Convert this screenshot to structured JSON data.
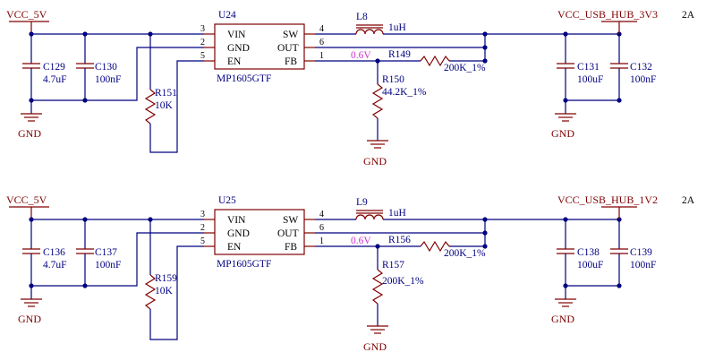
{
  "circuits": [
    {
      "input_net": "VCC_5V",
      "gnd_label": "GND",
      "cin1_ref": "C129",
      "cin1_val": "4.7uF",
      "cin2_ref": "C130",
      "cin2_val": "100nF",
      "ren_ref": "R151",
      "ren_val": "10K",
      "ic_ref": "U24",
      "ic_part": "MP1605GTF",
      "pin_vin": "VIN",
      "pin_gnd": "GND",
      "pin_en": "EN",
      "pin_sw": "SW",
      "pin_out": "OUT",
      "pin_fb": "FB",
      "pin3": "3",
      "pin2": "2",
      "pin5": "5",
      "pin4": "4",
      "pin6": "6",
      "pin1": "1",
      "inductor_ref": "L8",
      "inductor_val": "1uH",
      "fb_voltage": "0.6V",
      "rtop_ref": "R149",
      "rtop_val": "200K_1%",
      "rbot_ref": "R150",
      "rbot_val": "44.2K_1%",
      "fb_gnd_label": "GND",
      "output_net": "VCC_USB_HUB_3V3",
      "output_current": "2A",
      "cout1_ref": "C131",
      "cout1_val": "100uF",
      "cout2_ref": "C132",
      "cout2_val": "100nF",
      "out_gnd_label": "GND"
    },
    {
      "input_net": "VCC_5V",
      "gnd_label": "GND",
      "cin1_ref": "C136",
      "cin1_val": "4.7uF",
      "cin2_ref": "C137",
      "cin2_val": "100nF",
      "ren_ref": "R159",
      "ren_val": "10K",
      "ic_ref": "U25",
      "ic_part": "MP1605GTF",
      "pin_vin": "VIN",
      "pin_gnd": "GND",
      "pin_en": "EN",
      "pin_sw": "SW",
      "pin_out": "OUT",
      "pin_fb": "FB",
      "pin3": "3",
      "pin2": "2",
      "pin5": "5",
      "pin4": "4",
      "pin6": "6",
      "pin1": "1",
      "inductor_ref": "L9",
      "inductor_val": "1uH",
      "fb_voltage": "0.6V",
      "rtop_ref": "R156",
      "rtop_val": "200K_1%",
      "rbot_ref": "R157",
      "rbot_val": "200K_1%",
      "fb_gnd_label": "GND",
      "output_net": "VCC_USB_HUB_1V2",
      "output_current": "2A",
      "cout1_ref": "C138",
      "cout1_val": "100uF",
      "cout2_ref": "C139",
      "cout2_val": "100nF",
      "out_gnd_label": "GND"
    }
  ]
}
